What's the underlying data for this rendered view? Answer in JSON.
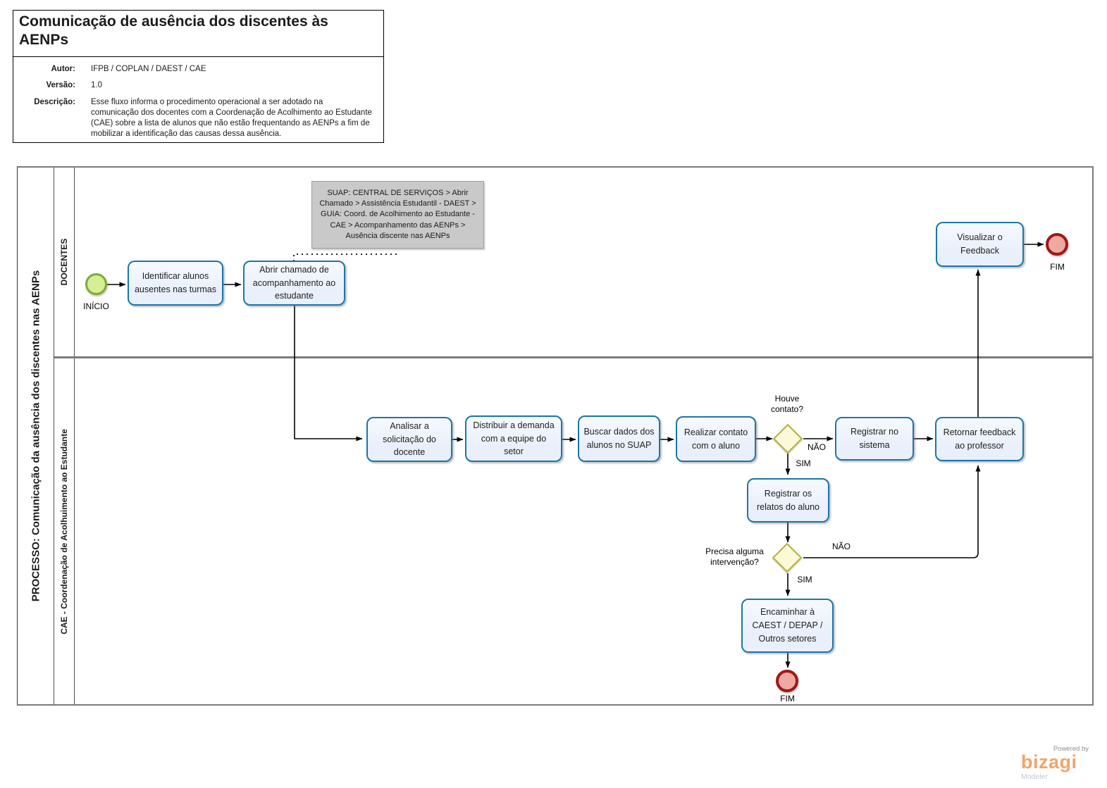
{
  "header": {
    "title": "Comunicação de ausência dos discentes às AENPs",
    "fields": [
      {
        "label": "Autor:",
        "value": "IFPB / COPLAN / DAEST / CAE"
      },
      {
        "label": "Versão:",
        "value": "1.0"
      },
      {
        "label": "Descrição:",
        "value": "Esse fluxo informa o procedimento operacional a ser adotado na comunicação dos docentes com a Coordenação de Acolhimento ao Estudante (CAE) sobre a lista de alunos que não estão frequentando as AENPs a fim de mobilizar a identificação das causas dessa ausência."
      }
    ]
  },
  "pool": {
    "label": "PROCESSO: Comunicação da ausência dos discentes nas AENPs",
    "lanes": [
      {
        "label": "DOCENTES"
      },
      {
        "label": "CAE - Coordenação de Acolhuimento ao Estudante"
      }
    ]
  },
  "annotation": {
    "text": "SUAP:  CENTRAL DE SERVIÇOS > Abrir Chamado > Assistência Estudantil - DAEST > GUIA: Coord. de Acolhimento ao Estudante - CAE > Acompanhamento das AENPs > Ausência discente nas AENPs"
  },
  "nodes": {
    "inicio": {
      "label": "INÍCIO"
    },
    "identificar": {
      "label": "Identificar alunos ausentes nas turmas"
    },
    "abrir_chamado": {
      "label": "Abrir chamado de acompanhamento ao estudante"
    },
    "visualizar_feedback": {
      "label": "Visualizar o Feedback"
    },
    "fim_docentes": {
      "label": "FIM"
    },
    "analisar": {
      "label": "Analisar a solicitação do docente"
    },
    "distribuir": {
      "label": "Distribuir a demanda com a equipe do setor"
    },
    "buscar_dados": {
      "label": "Buscar dados dos alunos no SUAP"
    },
    "realizar_contato": {
      "label": "Realizar contato com o aluno"
    },
    "registrar_sistema": {
      "label": "Registrar no sistema"
    },
    "retornar_feedback": {
      "label": "Retornar feedback ao professor"
    },
    "registrar_relatos": {
      "label": "Registrar os relatos do aluno"
    },
    "encaminhar": {
      "label": "Encaminhar à CAEST / DEPAP / Outros setores"
    },
    "fim_cae": {
      "label": "FIM"
    }
  },
  "flow_labels": {
    "houve_contato": "Houve contato?",
    "gw1_nao": "NÃO",
    "gw1_sim": "SIM",
    "precisa_intervencao": "Precisa alguma intervenção?",
    "gw2_nao": "NÃO",
    "gw2_sim": "SIM"
  },
  "footer": {
    "powered_by": "Powered by",
    "brand": "bizagi",
    "product": "Modeler"
  },
  "colors": {
    "task_fill": "#e9effb",
    "task_border": "#1c76a8",
    "start_fill": "#d5ef97",
    "start_border": "#7cab35",
    "end_fill": "#eda9a2",
    "end_border": "#9f1813",
    "gateway_fill": "#fbf9da",
    "gateway_border": "#b5b138",
    "annotation_fill": "#c9c9c9",
    "pool_border": "#7b7b7b",
    "brand_orange": "#f2a469"
  }
}
